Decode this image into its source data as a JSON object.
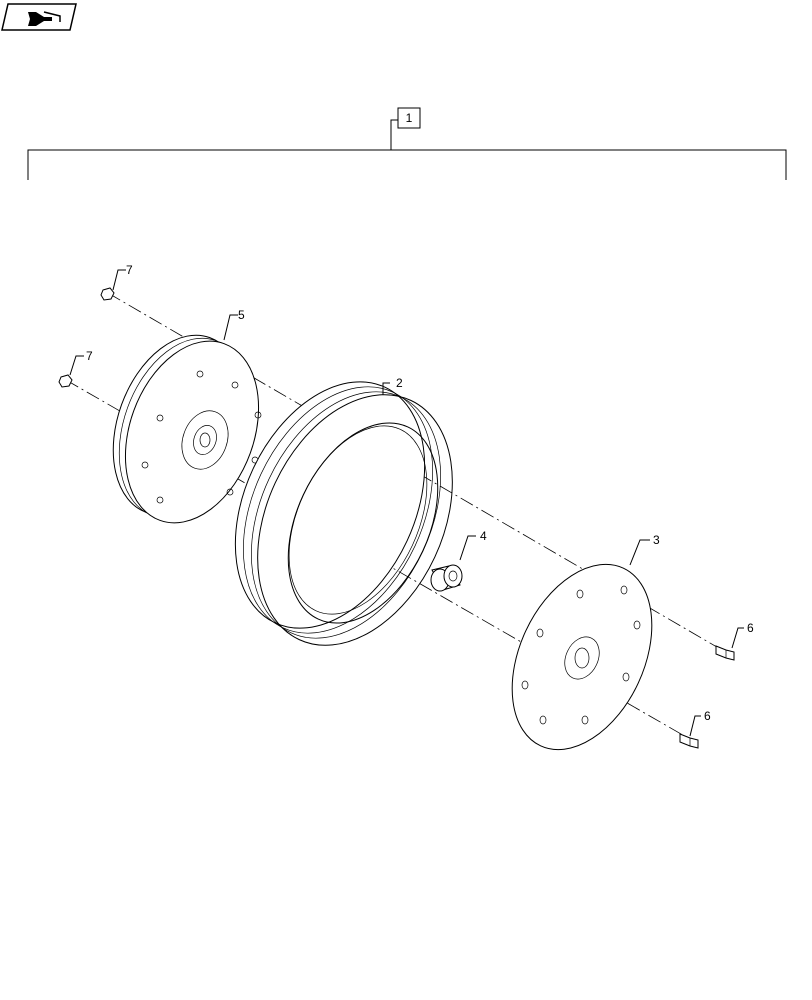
{
  "page": {
    "nav_icon": "back-arrow-icon"
  },
  "assembly": {
    "label": "1"
  },
  "callouts": [
    {
      "id": "c2",
      "label": "2"
    },
    {
      "id": "c3",
      "label": "3"
    },
    {
      "id": "c4",
      "label": "4"
    },
    {
      "id": "c5",
      "label": "5"
    },
    {
      "id": "c6a",
      "label": "6"
    },
    {
      "id": "c6b",
      "label": "6"
    },
    {
      "id": "c7a",
      "label": "7"
    },
    {
      "id": "c7b",
      "label": "7"
    }
  ]
}
